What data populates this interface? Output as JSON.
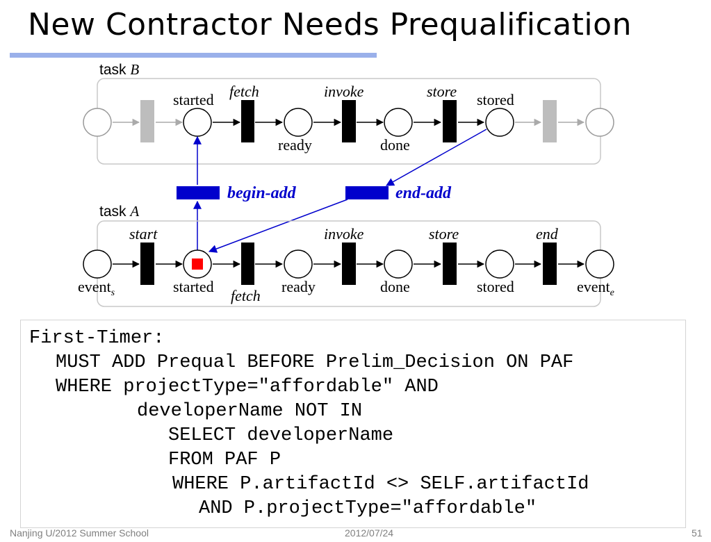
{
  "slide": {
    "title": "New Contractor Needs Prequalification",
    "footer_left": "Nanjing U/2012 Summer School",
    "footer_center": "2012/07/24",
    "page_number": "51"
  },
  "diagram": {
    "task_b": {
      "word": "task",
      "name": "B",
      "places": [
        "started",
        "stored",
        "ready",
        "done"
      ],
      "transitions": [
        "fetch",
        "invoke",
        "store"
      ]
    },
    "task_a": {
      "word": "task",
      "name": "A",
      "places": [
        "started",
        "ready",
        "done",
        "stored"
      ],
      "transitions": [
        "start",
        "invoke",
        "store",
        "end",
        "fetch"
      ],
      "event_start": {
        "base": "event",
        "sub": "s"
      },
      "event_end": {
        "base": "event",
        "sub": "e"
      }
    },
    "links": {
      "begin": "begin-add",
      "end": "end-add"
    },
    "colors": {
      "link": "#0000cc",
      "token": "#ff0000",
      "silent_transition": "#bdbdbd",
      "title_rule": "#9ab0ea"
    }
  },
  "code": {
    "lines": [
      "First-Timer:",
      "MUST ADD Prequal BEFORE Prelim_Decision ON PAF",
      "WHERE projectType=\"affordable\" AND",
      "developerName NOT IN",
      "SELECT developerName",
      "FROM PAF P",
      "WHERE P.artifactId <> SELF.artifactId",
      "AND P.projectType=\"affordable\""
    ]
  }
}
